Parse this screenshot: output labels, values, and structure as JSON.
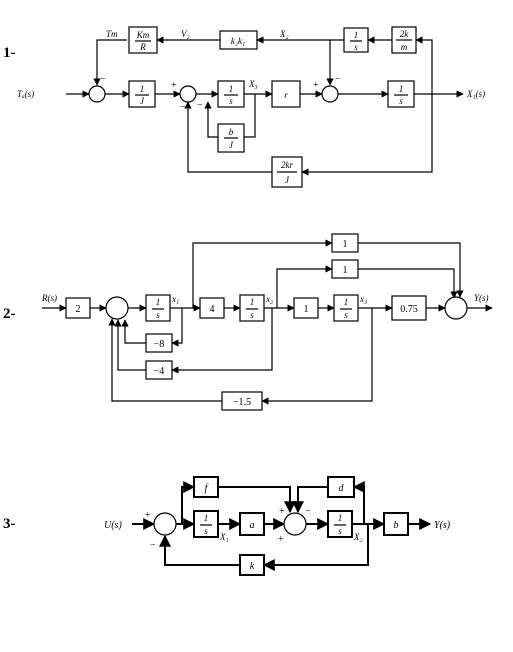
{
  "problems": [
    {
      "label": "1-",
      "input": "Tₐ(s)",
      "output": "X₁(s)",
      "signals": {
        "tm": "Tm",
        "v2": "V₂",
        "x2": "X₂",
        "x3": "X₃"
      },
      "blocks": {
        "km_r": {
          "num": "Km",
          "den": "R"
        },
        "inv_j": {
          "num": "1",
          "den": "J"
        },
        "int1": {
          "num": "1",
          "den": "s"
        },
        "r": "r",
        "k2k1": "k₂k₁",
        "int_top": {
          "num": "1",
          "den": "s"
        },
        "two_k_m": {
          "num": "2k",
          "den": "m"
        },
        "int_out": {
          "num": "1",
          "den": "s"
        },
        "b_j": {
          "num": "b",
          "den": "J"
        },
        "two_kr_j": {
          "num": "2kr",
          "den": "J"
        }
      },
      "signs": {
        "s1_plus": "+",
        "s1_minus": "−",
        "s2_plus": "+",
        "s2_minus_top": "−",
        "s2_minus_bottom": "−",
        "s3_plus": "+",
        "s3_minus": "−"
      }
    },
    {
      "label": "2-",
      "input": "R(s)",
      "output": "Y(s)",
      "signals": {
        "x1": "x₁",
        "x2": "x₂",
        "x3": "x₃"
      },
      "blocks": {
        "gain2": "2",
        "int1": {
          "num": "1",
          "den": "s"
        },
        "gain4": "4",
        "int2": {
          "num": "1",
          "den": "s"
        },
        "gain1": "1",
        "int3": {
          "num": "1",
          "den": "s"
        },
        "g075": "0.75",
        "ff1": "1",
        "ff2": "1",
        "fb_m8": "−8",
        "fb_m4": "−4",
        "fb_m15": "−1.5"
      }
    },
    {
      "label": "3-",
      "input": "U(s)",
      "output": "Y(s)",
      "signals": {
        "x1": "X₁",
        "x2": "X₂"
      },
      "blocks": {
        "f": "f",
        "int1": {
          "num": "1",
          "den": "s"
        },
        "a": "a",
        "d": "d",
        "int2": {
          "num": "1",
          "den": "s"
        },
        "b": "b",
        "k": "k"
      },
      "signs": {
        "s1_plus": "+",
        "s1_minus": "−",
        "s2_plus_top": "+",
        "s2_minus_top": "−",
        "s2_plus_bottom": "+"
      }
    }
  ]
}
